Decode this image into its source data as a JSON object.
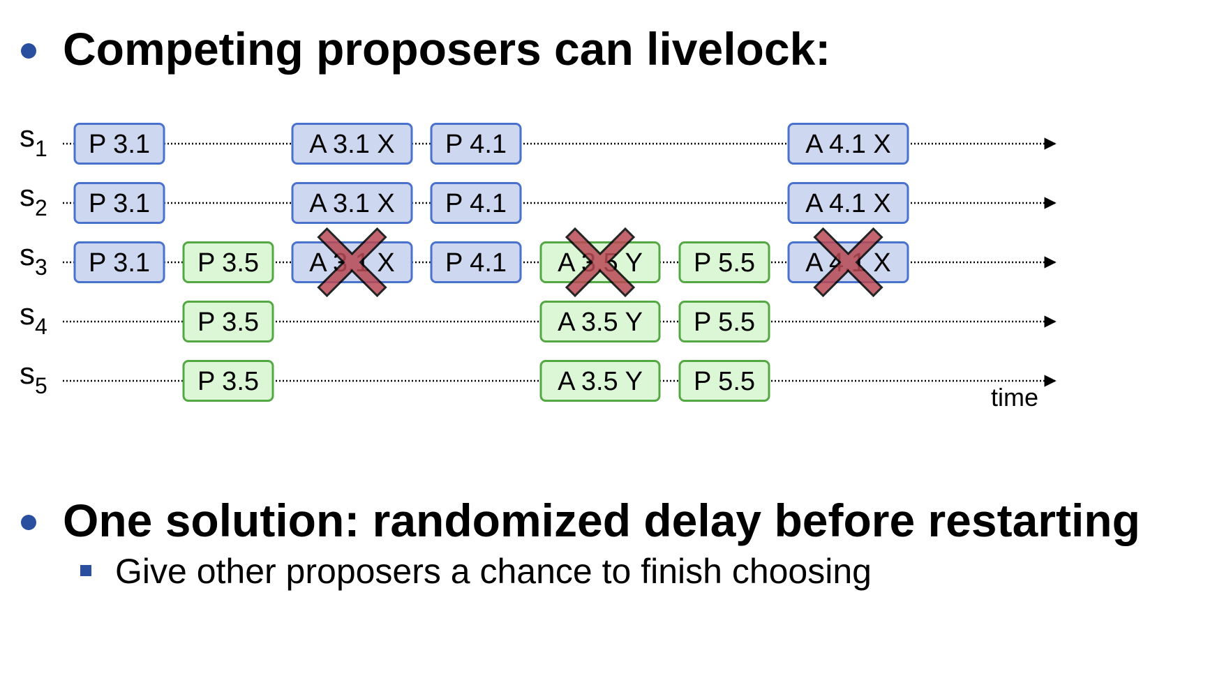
{
  "bullets": {
    "first": "Competing proposers can livelock:",
    "second": "One solution: randomized delay before restarting",
    "second_sub": "Give other proposers a chance to finish choosing"
  },
  "time_label": "time",
  "servers": [
    {
      "name": "s",
      "sub": "1"
    },
    {
      "name": "s",
      "sub": "2"
    },
    {
      "name": "s",
      "sub": "3"
    },
    {
      "name": "s",
      "sub": "4"
    },
    {
      "name": "s",
      "sub": "5"
    }
  ],
  "colors": {
    "blue_fill": "#cdd7f0",
    "blue_stroke": "#4a72cc",
    "green_fill": "#dcf7d5",
    "green_stroke": "#54a844",
    "cross": "#b94a55",
    "bullet": "#2a4f9e"
  },
  "columns": [
    {
      "label": "P 3.1",
      "color": "blue",
      "servers": [
        1,
        2,
        3
      ],
      "crossed": []
    },
    {
      "label": "P 3.5",
      "color": "green",
      "servers": [
        3,
        4,
        5
      ],
      "crossed": []
    },
    {
      "label": "A 3.1 X",
      "color": "blue",
      "servers": [
        1,
        2,
        3
      ],
      "crossed": [
        3
      ]
    },
    {
      "label": "P 4.1",
      "color": "blue",
      "servers": [
        1,
        2,
        3
      ],
      "crossed": []
    },
    {
      "label": "A 3.5 Y",
      "color": "green",
      "servers": [
        3,
        4,
        5
      ],
      "crossed": [
        3
      ]
    },
    {
      "label": "P 5.5",
      "color": "green",
      "servers": [
        3,
        4,
        5
      ],
      "crossed": []
    },
    {
      "label": "A 4.1 X",
      "color": "blue",
      "servers": [
        1,
        2,
        3
      ],
      "crossed": [
        3
      ]
    }
  ]
}
